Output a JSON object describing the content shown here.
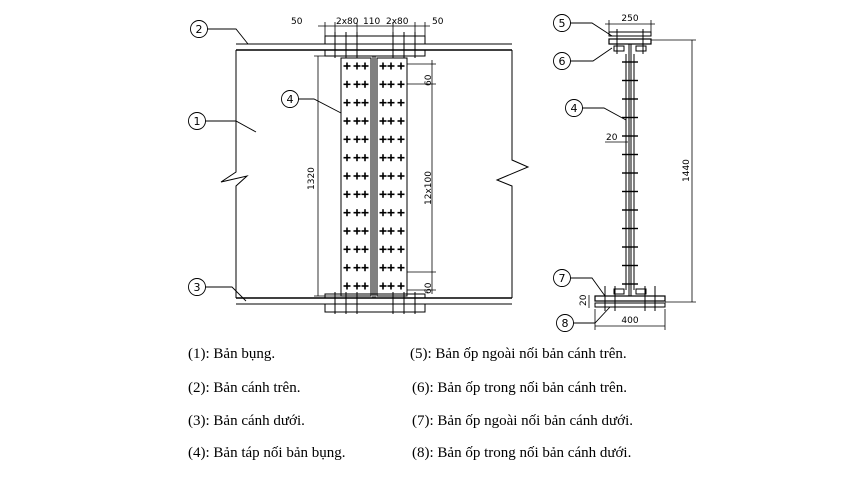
{
  "dimensions": {
    "top_50_left": "50",
    "top_2x80_left": "2x80",
    "top_110": "110",
    "top_2x80_right": "2x80",
    "top_50_right": "50",
    "height_1320": "1320",
    "bolt_60_top": "60",
    "bolt_12x100": "12x100",
    "bolt_60_bottom": "60",
    "side_250": "250",
    "side_1440": "1440",
    "side_20_web": "20",
    "side_20_flange": "20",
    "side_400": "400"
  },
  "markers": {
    "m1": "1",
    "m2": "2",
    "m3": "3",
    "m4_front": "4",
    "m4_side": "4",
    "m5": "5",
    "m6": "6",
    "m7": "7",
    "m8": "8"
  },
  "legend": {
    "item1": "(1): Bản bụng.",
    "item2": "(2): Bản cánh trên.",
    "item3": "(3): Bản cánh dưới.",
    "item4": "(4): Bản táp nối bản bụng.",
    "item5": "(5): Bản ốp ngoài nối bản cánh trên.",
    "item6": "(6): Bản ốp trong nối bản cánh trên.",
    "item7": "(7): Bản ốp ngoài nối bản cánh dưới.",
    "item8": "(8): Bản ốp trong nối bản cánh dưới."
  }
}
